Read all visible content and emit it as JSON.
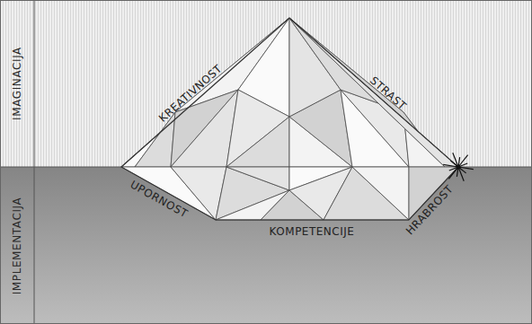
{
  "diagram": {
    "nodes": [
      {
        "text": [
          "IMAGINACIJA"
        ]
      },
      {
        "text": [
          "IMPLEMENTACIJA"
        ]
      }
    ],
    "labels": [
      "KREATIVNOST",
      "STRAST",
      "UPORNOST",
      "HRABROST",
      "KOMPETENCIJE"
    ]
  }
}
